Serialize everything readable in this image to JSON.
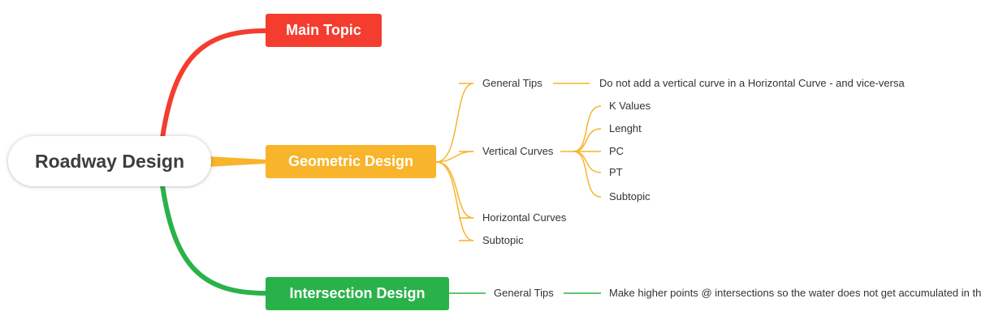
{
  "colors": {
    "red": "#f43d2f",
    "yellow": "#f8b42a",
    "green": "#2ab24a",
    "text": "#333333",
    "root_text": "#3d3d3d"
  },
  "root": {
    "label": "Roadway Design"
  },
  "branches": {
    "main_topic": {
      "label": "Main Topic"
    },
    "geometric": {
      "label": "Geometric Design",
      "general_tips": {
        "label": "General Tips",
        "note": "Do not add a vertical curve in a Horizontal Curve - and vice-versa"
      },
      "vertical_curves": {
        "label": "Vertical Curves",
        "children": [
          "K Values",
          "Lenght",
          "PC",
          "PT",
          "Subtopic"
        ]
      },
      "horizontal_curves": {
        "label": "Horizontal Curves"
      },
      "subtopic": {
        "label": "Subtopic"
      }
    },
    "intersection": {
      "label": "Intersection Design",
      "general_tips": {
        "label": "General Tips",
        "note": "Make higher points @ intersections so the water does not get accumulated in th"
      }
    }
  }
}
